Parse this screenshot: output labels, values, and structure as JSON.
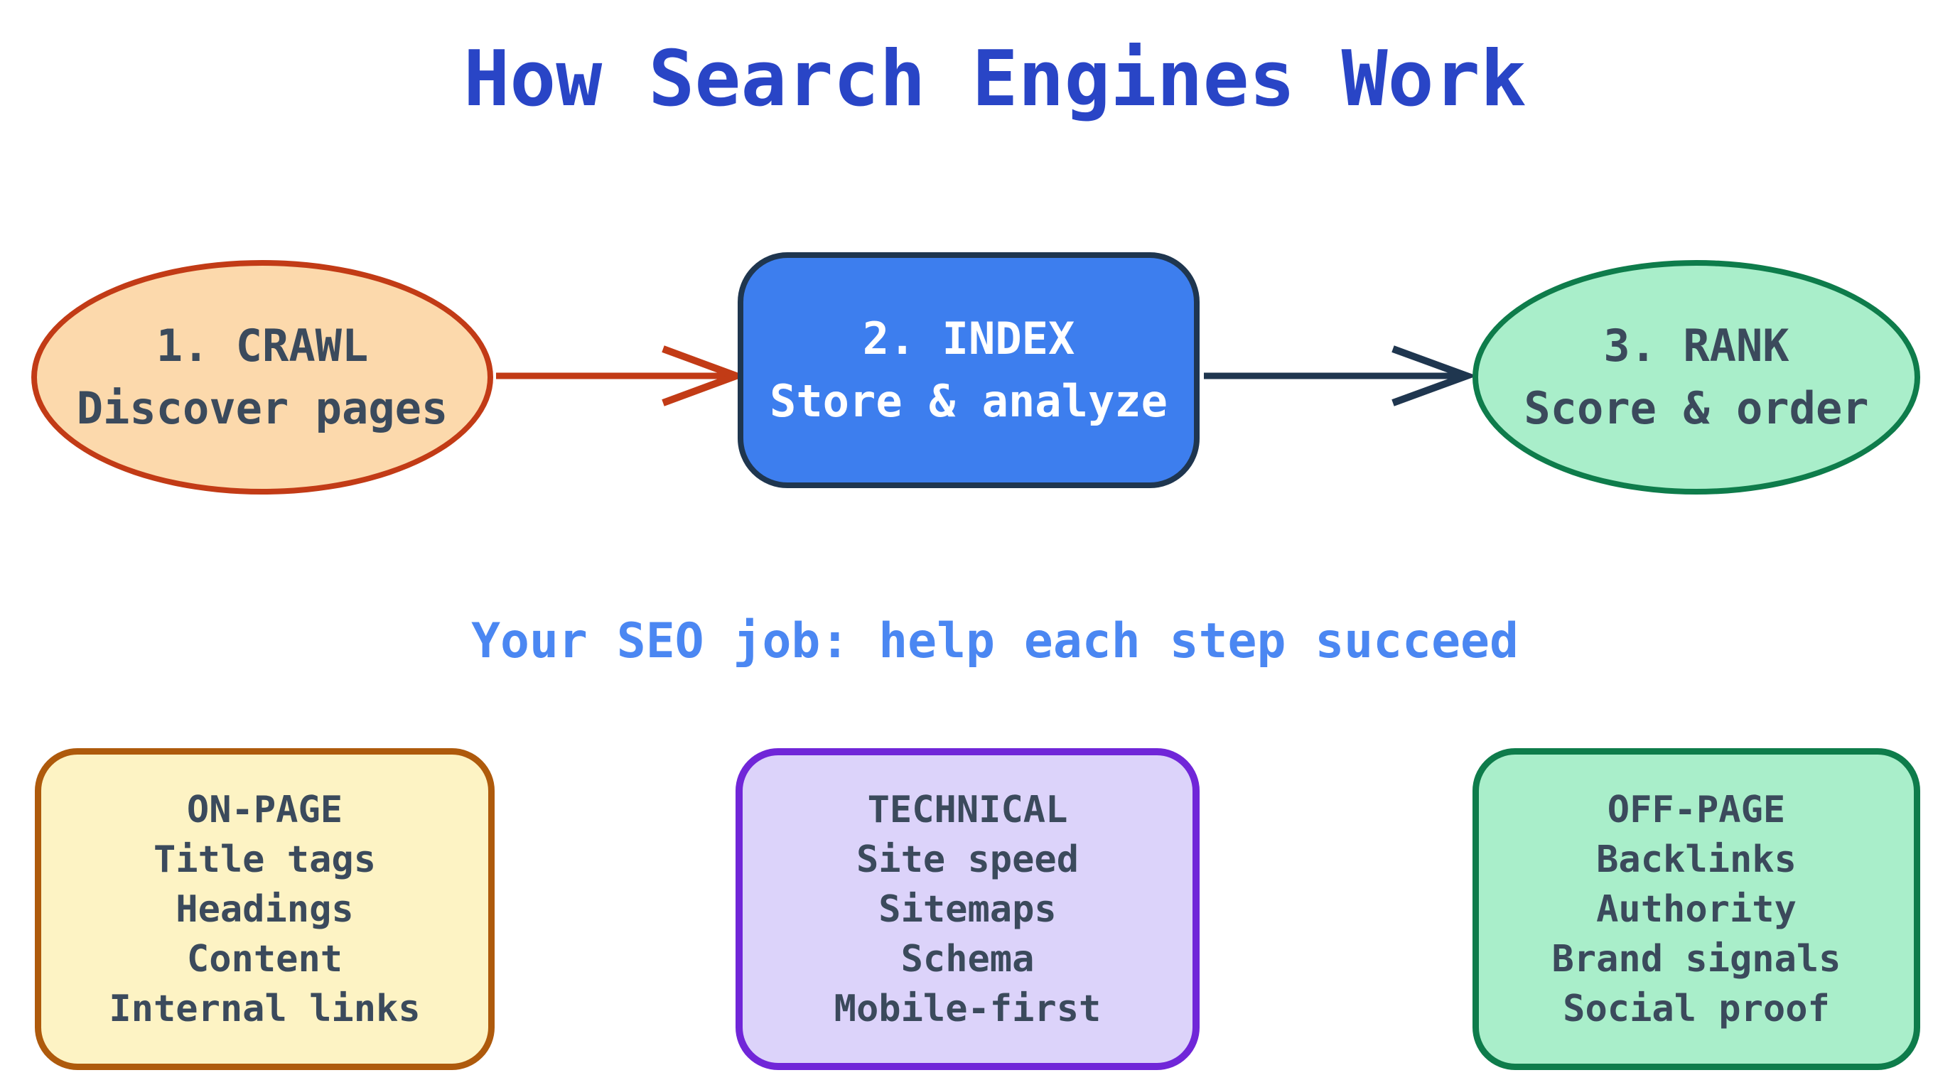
{
  "title": "How Search Engines Work",
  "subtitle": "Your SEO job: help each step succeed",
  "flow": {
    "nodes": [
      {
        "id": "crawl",
        "line1": "1. CRAWL",
        "line2": "Discover pages"
      },
      {
        "id": "index",
        "line1": "2. INDEX",
        "line2": "Store & analyze"
      },
      {
        "id": "rank",
        "line1": "3. RANK",
        "line2": "Score & order"
      }
    ],
    "arrows": [
      {
        "from": "crawl",
        "to": "index",
        "color": "#c23b16"
      },
      {
        "from": "index",
        "to": "rank",
        "color": "#1f364f"
      }
    ]
  },
  "panels": [
    {
      "title": "ON-PAGE",
      "items": [
        "Title tags",
        "Headings",
        "Content",
        "Internal links"
      ]
    },
    {
      "title": "TECHNICAL",
      "items": [
        "Site speed",
        "Sitemaps",
        "Schema",
        "Mobile-first"
      ]
    },
    {
      "title": "OFF-PAGE",
      "items": [
        "Backlinks",
        "Authority",
        "Brand signals",
        "Social proof"
      ]
    }
  ],
  "palette": {
    "title-color": "#2945c6",
    "subtitle-color": "#4b87f2",
    "text-dark": "#3b4a5c",
    "crawl-fill": "#fcd9ac",
    "crawl-stroke": "#c23b16",
    "index-fill": "#3d7eee",
    "index-stroke": "#1f364f",
    "index-text": "#ffffff",
    "rank-fill": "#a9eeca",
    "rank-stroke": "#0e7c4b",
    "onpage-fill": "#fdf3c4",
    "onpage-stroke": "#ae5a0c",
    "technical-fill": "#dcd3fa",
    "technical-stroke": "#7026d8",
    "offpage-fill": "#a9eeca",
    "offpage-stroke": "#0e7c4b"
  }
}
